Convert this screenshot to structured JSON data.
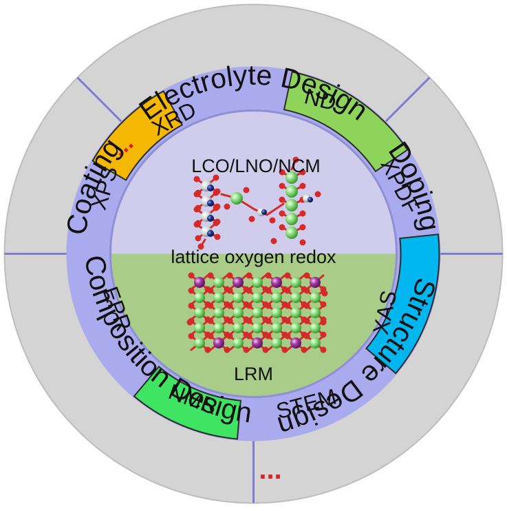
{
  "strategies": [
    {
      "id": "electrolyte",
      "label": "Electrolyte Design"
    },
    {
      "id": "doping",
      "label": "Doping"
    },
    {
      "id": "structure",
      "label": "Structure Design"
    },
    {
      "id": "more",
      "label": "..."
    },
    {
      "id": "composition",
      "label": "Composition Design"
    },
    {
      "id": "coating",
      "label": "Coating"
    }
  ],
  "techniques": [
    {
      "id": "xrd",
      "label": "XRD",
      "color": "#aaaaee"
    },
    {
      "id": "nd",
      "label": "ND",
      "color": "#8ed35a"
    },
    {
      "id": "xpdf",
      "label": "XPDF",
      "color": "#aaaaee"
    },
    {
      "id": "xas",
      "label": "XAS",
      "color": "#00b6ef"
    },
    {
      "id": "stem",
      "label": "STEM",
      "color": "#aaaaee"
    },
    {
      "id": "nmr",
      "label": "NMR",
      "color": "#3fe462"
    },
    {
      "id": "epr",
      "label": "EPR",
      "color": "#aaaaee"
    },
    {
      "id": "xps",
      "label": "XPS",
      "color": "#f5b800"
    }
  ],
  "core": {
    "top_label": "LCO/LNO/NCM",
    "middle_label": "lattice oxygen redox",
    "bottom_label": "LRM",
    "top_color": "#cfcdeb",
    "bottom_color": "#a9cd88"
  },
  "ellipsis": "...",
  "colors": {
    "outer_ring": "#d4d4d4",
    "middle_ring": "#aaaaee",
    "divider": "#7c7cd0",
    "oxygen": "#d52a2a",
    "transition_metal": "#cfd2d4",
    "lithium": "#6fd35c",
    "manganese": "#9c2f9c",
    "nickel": "#1a2d8c",
    "ellipsis": "#e02020"
  }
}
